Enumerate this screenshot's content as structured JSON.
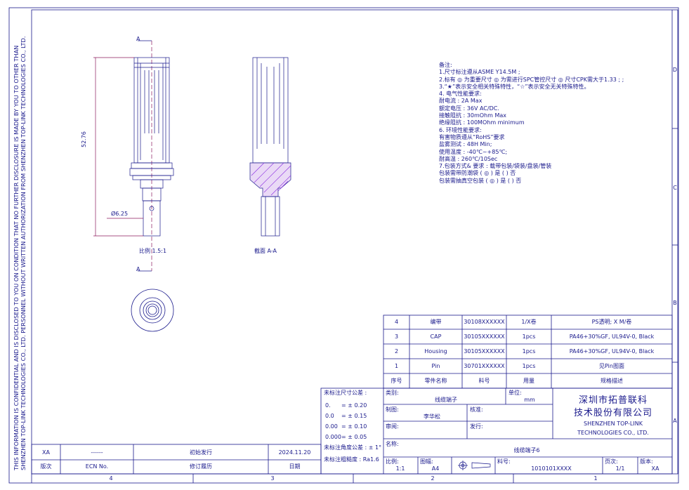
{
  "border": {
    "col_nums": [
      "4",
      "3",
      "2",
      "1"
    ],
    "row_letters": [
      "D",
      "C",
      "B",
      "A"
    ]
  },
  "side_note_1": "THIS INFORMATION IS CONFIDENTIAL AND IS DISCLOSED TO YOU ON CONDITION THAT NO FURTHER DISCLOSURE IS MADE BY YOU TO OTHER THAN",
  "side_note_2": "SHENZHEN TOP-LINK TECHNOLOGIES CO., LTD. PERSONNEL WITHOUT WRITTEN AUTHORIZATION FROM SHENZHEN TOP-LINK TECHNOLOGIES CO., LTD.",
  "views": {
    "section_marker": "A",
    "dim_length": "52.76",
    "dim_dia": "Ø6.25",
    "scale_label": "比例 1.5:1",
    "section_label": "截面 A-A"
  },
  "notes": [
    "备注:",
    "1.尺寸标注遵从ASME Y14.5M ;",
    "2.标有 ◎ 为重要尺寸 ◎ 为需进行SPC管控尺寸 ◎ 尺寸CPK需大于1.33 ; ;",
    "3.“★”表示安全相关特殊特性，“☆”表示安全无关特殊特性。",
    "4. 电气性能要求:",
    "    耐电流 : 2A Max",
    "    额定电压 : 36V AC/DC.",
    "    接触阻抗 : 30mOhm Max",
    "    绝缘阻抗 : 100MOhm minimum",
    "6. 环境性能要求:",
    "    有害物质遵从“RoHS”要求",
    "    盐雾测试 : 48H Min;",
    "    使用温度 : -40℃~+85℃;",
    "    耐高温 : 260℃/10Sec",
    "7.包装方式& 要求 : 载带包装/袋装/盘装/管装",
    "    包装需带防潮袋 ( ◎ ) 是 ( ) 否",
    "    包装需抽真空包装 ( ◎ ) 是 ( ) 否"
  ],
  "bom": {
    "rows": [
      {
        "no": "4",
        "name": "编带",
        "pn": "30108XXXXXX",
        "qty": "1/X卷",
        "spec": "PS透明; X M/卷"
      },
      {
        "no": "3",
        "name": "CAP",
        "pn": "30105XXXXXX",
        "qty": "1pcs",
        "spec": "PA46+30%GF, UL94V-0, Black"
      },
      {
        "no": "2",
        "name": "Housing",
        "pn": "30105XXXXXX",
        "qty": "1pcs",
        "spec": "PA46+30%GF, UL94V-0, Black"
      },
      {
        "no": "1",
        "name": "Pin",
        "pn": "30701XXXXXX",
        "qty": "1pcs",
        "spec": "见Pin图面"
      }
    ],
    "headers": {
      "no": "序号",
      "name": "零件名称",
      "pn": "料号",
      "qty": "用量",
      "spec": "规格描述"
    }
  },
  "tolerance": {
    "title": "未标注尺寸公差 :",
    "rows": [
      {
        "k": "0.",
        "v": "= ± 0.20"
      },
      {
        "k": "0.0",
        "v": "= ± 0.15"
      },
      {
        "k": "0.00",
        "v": "= ± 0.10"
      },
      {
        "k": "0.000",
        "v": "= ± 0.05"
      }
    ],
    "angle": "未标注角度公差 : ± 1°",
    "rough": "未标注粗糙度 : Ra1.6"
  },
  "title_block": {
    "type_label": "类别:",
    "type_value": "线缆端子",
    "unit_label": "单位:",
    "unit_value": "mm",
    "drawn_label": "制图:",
    "drawn_value": "李华松",
    "check_label": "核准:",
    "review_label": "审阅:",
    "issue_label": "发行:",
    "name_label": "名称:",
    "name_value": "线缆端子6",
    "scale_label": "比例:",
    "scale_value": "1:1",
    "sheet_label": "图幅:",
    "sheet_value": "A4",
    "pn_label": "料号:",
    "pn_value": "1010101XXXX",
    "page_label": "页次:",
    "page_value": "1/1",
    "ver_label": "版本:",
    "ver_value": "XA",
    "company_cn_1": "深圳市拓普联科",
    "company_cn_2": "技术股份有限公司",
    "company_en_1": "SHENZHEN TOP-LINK",
    "company_en_2": "TECHNOLOGIES CO., LTD."
  },
  "revision": {
    "row": {
      "ver": "XA",
      "ecn": "------",
      "desc": "初始发行",
      "date": "2024.11.20"
    },
    "headers": {
      "ver": "版次",
      "ecn": "ECN No.",
      "desc": "修订履历",
      "date": "日期"
    }
  },
  "colors": {
    "line": "#1a1a8c",
    "hatch": "#8a2be2",
    "dim": "#8b1a5e"
  }
}
